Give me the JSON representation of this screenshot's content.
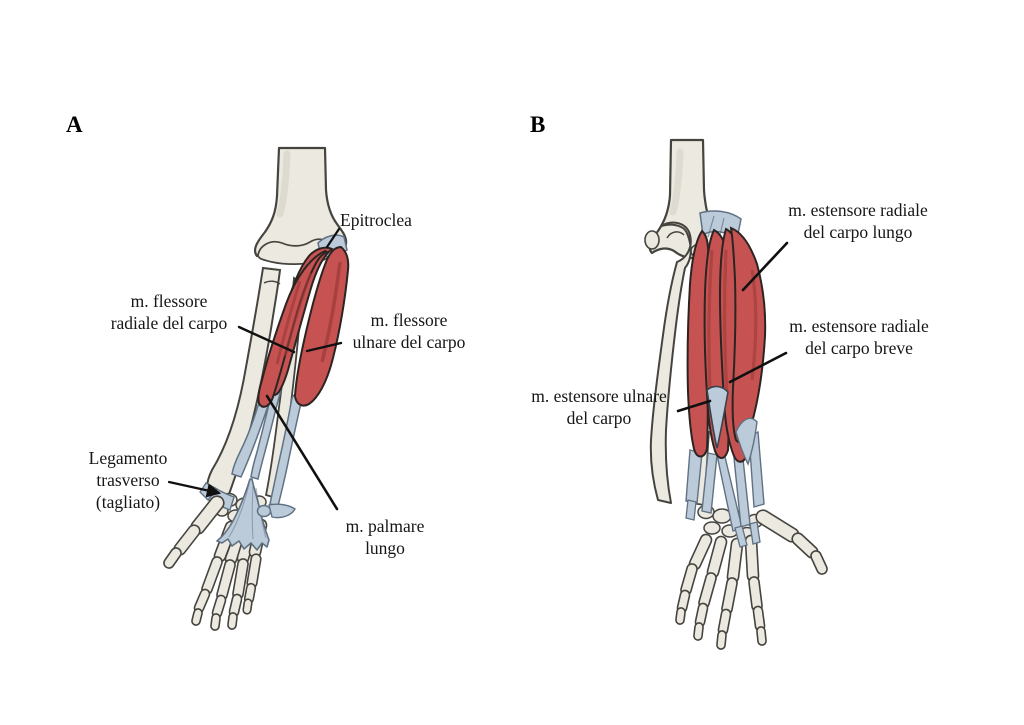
{
  "figure": {
    "type": "anatomical-diagram",
    "subject": "forearm muscles, flexor and extensor views",
    "colors": {
      "background": "#ffffff",
      "bone": "#ece9e0",
      "boneShadow": "#d6d2c6",
      "outline": "#45443f",
      "muscle": "#c65351",
      "muscleDark": "#a03c3b",
      "muscleEdge": "#2b2422",
      "tendon": "#bccbda",
      "tendonEdge": "#5f7183",
      "leader": "#101010",
      "label": "#161616"
    },
    "panel_a": {
      "letter": "A",
      "labels": {
        "epitroclea": "Epitroclea",
        "flessore_radiale": "m. flessore\nradiale del carpo",
        "flessore_ulnare": "m. flessore\nulnare del carpo",
        "palmare_lungo": "m. palmare\nlungo",
        "legamento": "Legamento\ntrasverso\n(tagliato)"
      }
    },
    "panel_b": {
      "letter": "B",
      "labels": {
        "estensore_radiale_lungo": "m. estensore radiale\ndel carpo lungo",
        "estensore_radiale_breve": "m. estensore radiale\ndel carpo breve",
        "estensore_ulnare": "m. estensore ulnare\ndel carpo"
      }
    }
  }
}
